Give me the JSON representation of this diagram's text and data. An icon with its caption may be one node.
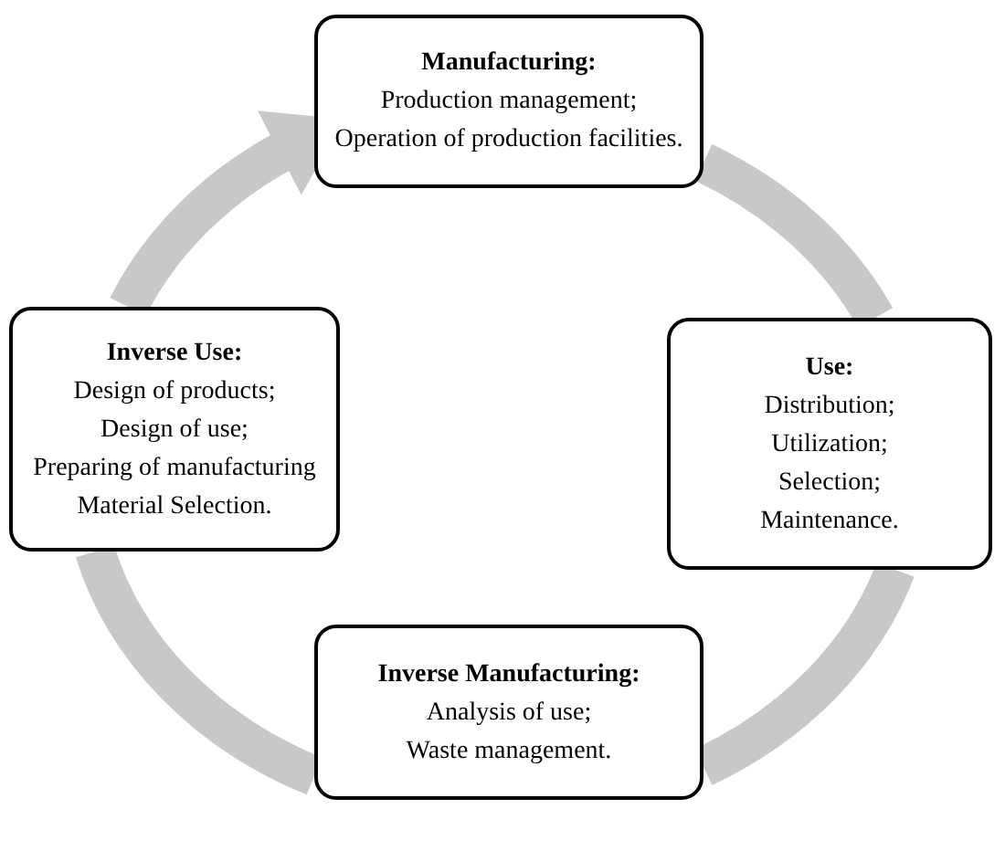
{
  "diagram": {
    "nodes": [
      {
        "text": [
          "Manufacturing:",
          "Production management;",
          "Operation of production facilities."
        ]
      },
      {
        "text": [
          "Use:",
          "Distribution;",
          "Utilization;",
          "Selection;",
          "Maintenance."
        ]
      },
      {
        "text": [
          "Inverse Manufacturing:",
          "Analysis of use;",
          "Waste management."
        ]
      },
      {
        "text": [
          "Inverse Use:",
          "Design of products;",
          "Design of use;",
          "Preparing of manufacturing",
          "Material Selection."
        ]
      }
    ],
    "edges": [
      {
        "from": 0,
        "to": 1,
        "arrow": "none"
      },
      {
        "from": 1,
        "to": 2,
        "arrow": "none"
      },
      {
        "from": 2,
        "to": 3,
        "arrow": "none"
      },
      {
        "from": 3,
        "to": 0,
        "arrow": "to"
      }
    ]
  }
}
